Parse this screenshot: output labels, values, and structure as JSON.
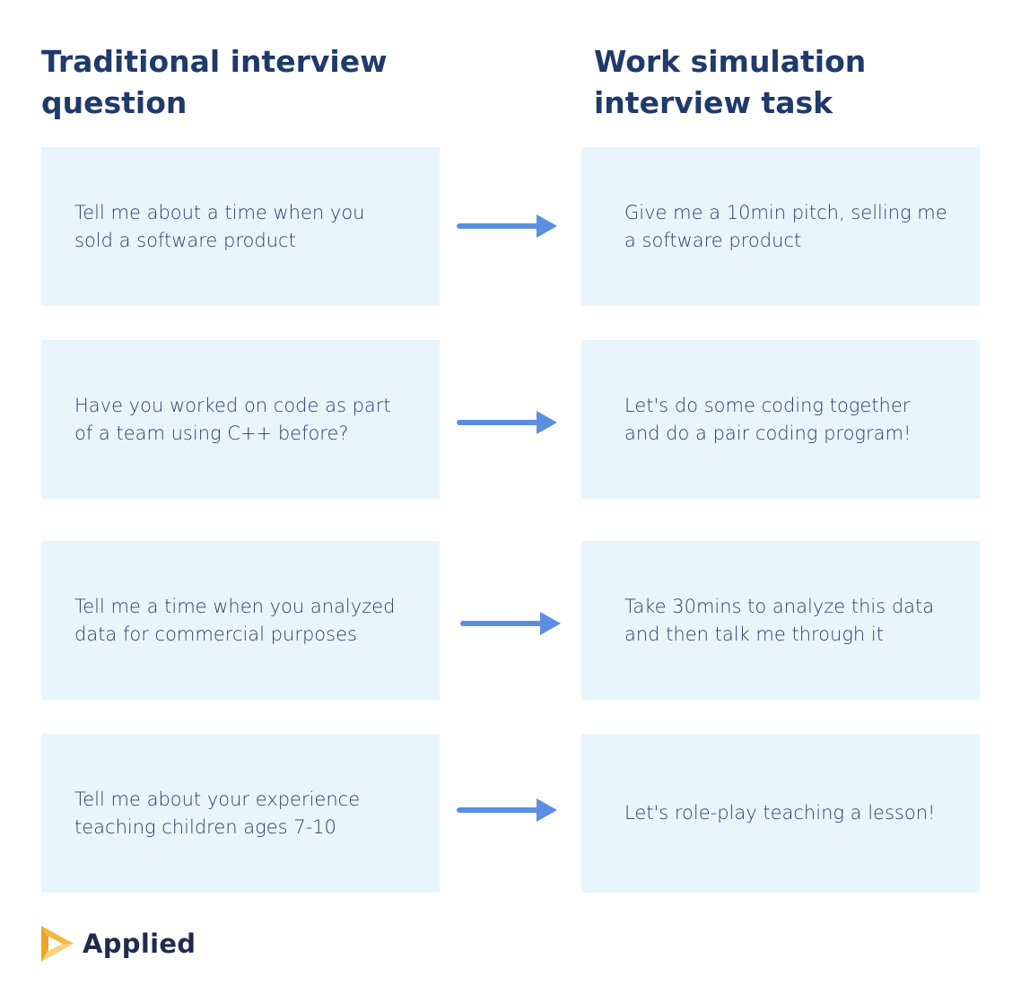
{
  "headings": {
    "left": "Traditional interview\nquestion",
    "right": "Work simulation\ninterview task"
  },
  "rows": [
    {
      "traditional": "Tell me about a time when you sold a software product",
      "simulation": "Give me a 10min pitch, selling me a software product"
    },
    {
      "traditional": "Have you worked on code as part of a team using C++ before?",
      "simulation": "Let's do some coding together and do a pair coding program!"
    },
    {
      "traditional": "Tell me a time when you analyzed data for commercial purposes",
      "simulation": "Take 30mins to analyze this data and then talk me through it"
    },
    {
      "traditional": "Tell me about your experience teaching children ages 7-10",
      "simulation": "Let's role-play teaching a lesson!"
    }
  ],
  "logo": {
    "text": "Applied",
    "icon": "play-triangle-logo-icon"
  },
  "colors": {
    "card_background": "#e8f6fb",
    "arrow": "#5b8ee0",
    "heading": "#1f3a6b",
    "logo_accent": "#f0b93c"
  }
}
